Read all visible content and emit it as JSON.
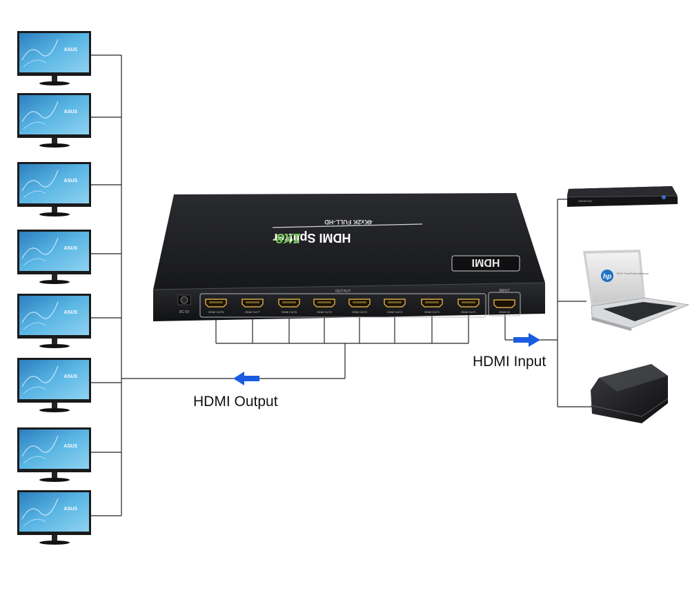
{
  "device": {
    "spec": "4Kx2K FULL-HD",
    "name_prefix": "HDMI Splitter",
    "name_suffix": "1X8",
    "logo": "HDMI",
    "dc_label": "DC 5V",
    "output_group": "OUT PUT",
    "input_group": "INPUT",
    "input_port_label": "HDMI IN",
    "output_ports": [
      "HDMI OUT8",
      "HDMI OUT7",
      "HDMI OUT6",
      "HDMI OUT5",
      "HDMI OUT4",
      "HDMI OUT3",
      "HDMI OUT2",
      "HDMI OUT1"
    ]
  },
  "monitors": [
    {
      "brand": "ASUS"
    },
    {
      "brand": "ASUS"
    },
    {
      "brand": "ASUS"
    },
    {
      "brand": "ASUS"
    },
    {
      "brand": "ASUS"
    },
    {
      "brand": "ASUS"
    },
    {
      "brand": "ASUS"
    },
    {
      "brand": "ASUS"
    }
  ],
  "sources": {
    "bluray_brand": "SAMSUNG",
    "laptop_brand": "hp",
    "laptop_screen_text": "ENVY TouchSmart Ultrabook"
  },
  "labels": {
    "output": "HDMI Output",
    "input": "HDMI Input"
  },
  "colors": {
    "arrow": "#1a5be0",
    "line": "#222222",
    "splitter_body": "#1e1f22",
    "screen": "#4aa3d6",
    "green_text": "#6cc24a"
  }
}
